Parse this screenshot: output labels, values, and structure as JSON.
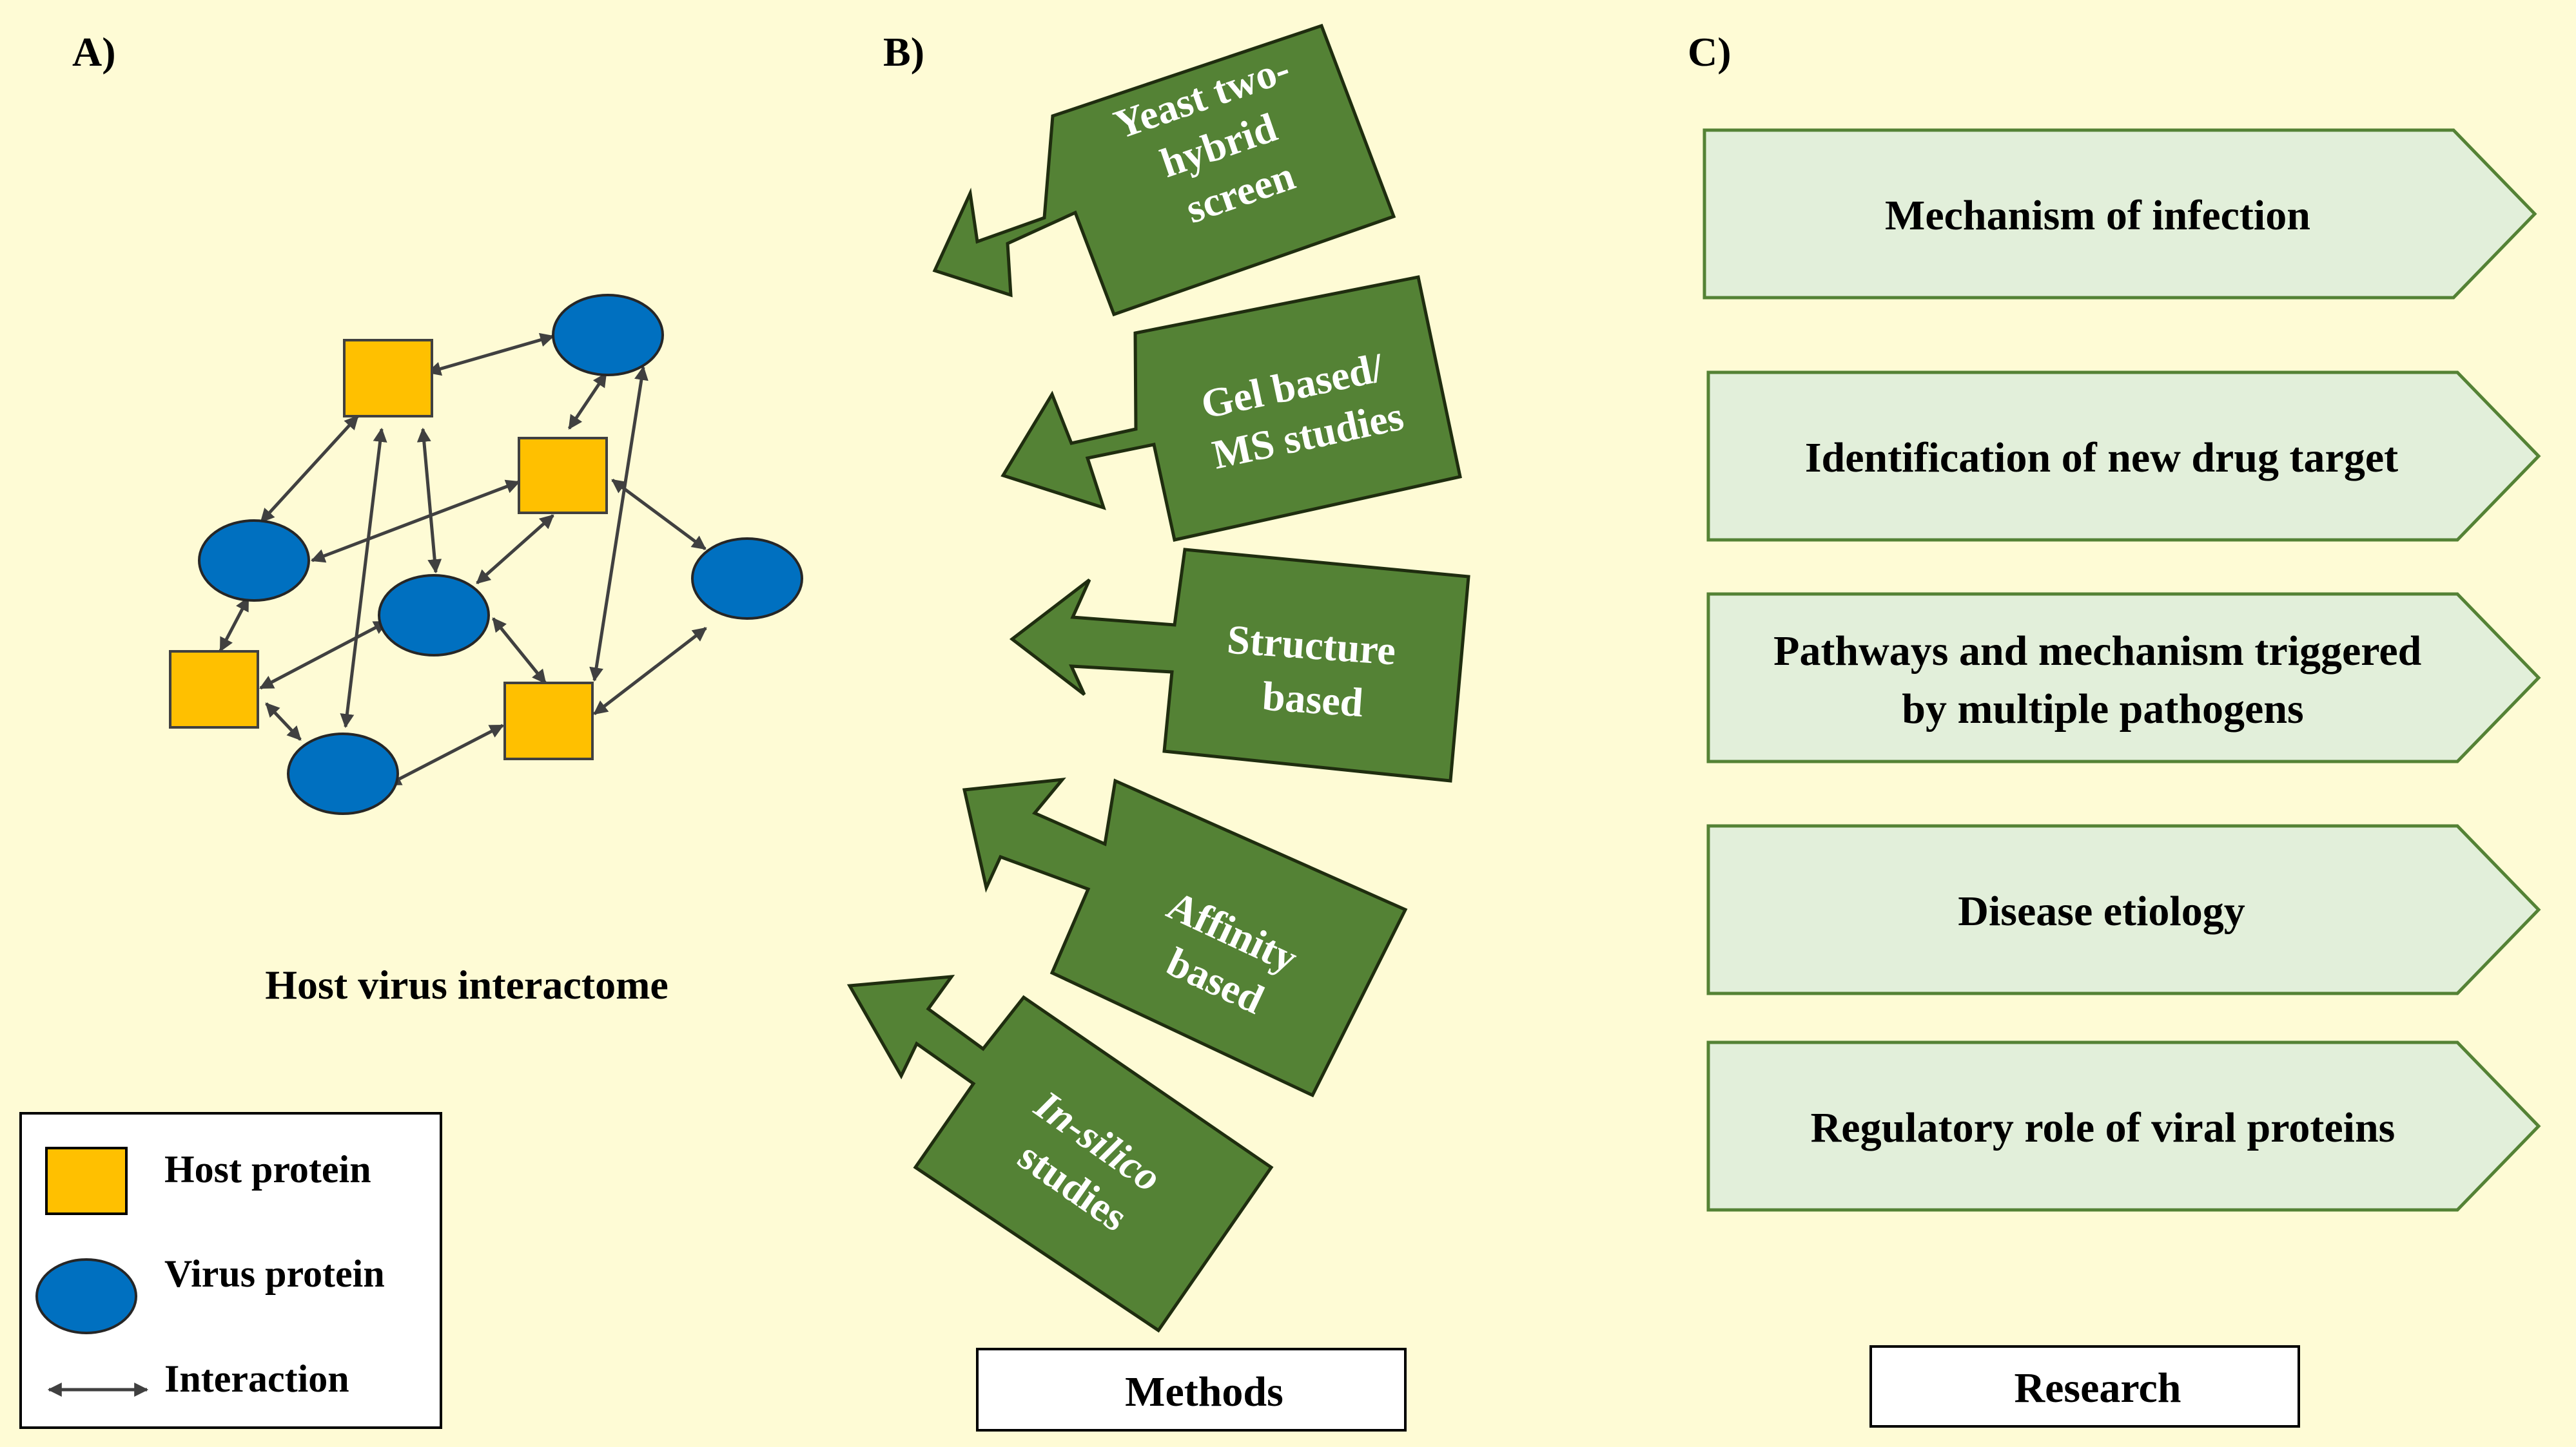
{
  "panel_a": {
    "label": "A)",
    "caption": "Host virus interactome",
    "legend": {
      "host": "Host protein",
      "virus": "Virus protein",
      "interaction": "Interaction"
    }
  },
  "panel_b": {
    "label": "B)",
    "methods": [
      {
        "id": "y2h",
        "lines": [
          "Yeast two-",
          "hybrid",
          "screen"
        ],
        "italic": false
      },
      {
        "id": "gel",
        "lines": [
          "Gel based/",
          "MS studies"
        ],
        "italic": false
      },
      {
        "id": "structure",
        "lines": [
          "Structure",
          "based"
        ],
        "italic": false
      },
      {
        "id": "affinity",
        "lines": [
          "Affinity",
          "based"
        ],
        "italic": false
      },
      {
        "id": "insilico",
        "lines": [
          "In-silico",
          "studies"
        ],
        "italic": true
      }
    ],
    "caption": "Methods"
  },
  "panel_c": {
    "label": "C)",
    "research": [
      {
        "lines": [
          "Mechanism of infection"
        ]
      },
      {
        "lines": [
          "Identification of new drug target"
        ]
      },
      {
        "lines": [
          "Pathways and mechanism triggered",
          "by multiple pathogens"
        ]
      },
      {
        "lines": [
          "Disease etiology"
        ]
      },
      {
        "lines": [
          "Regulatory role of viral proteins"
        ]
      }
    ],
    "caption": "Research"
  },
  "colors": {
    "background": "#fefbd5",
    "host": "#ffc000",
    "virus": "#0070c0",
    "method_fill": "#548235",
    "research_fill": "#e2efda",
    "research_stroke": "#548235",
    "edge": "#404040"
  }
}
